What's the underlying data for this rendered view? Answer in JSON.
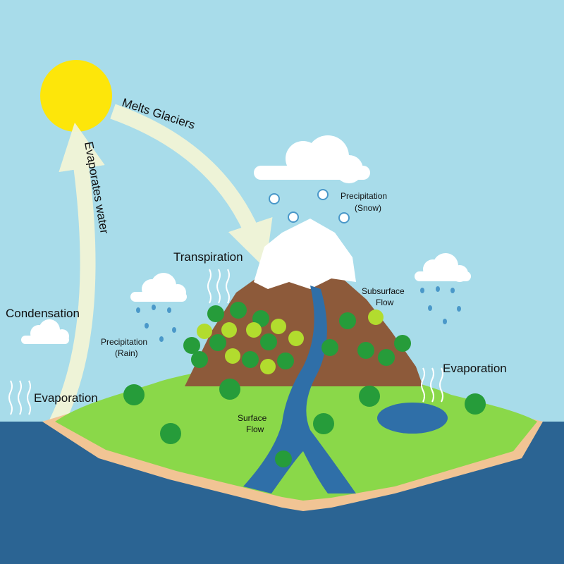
{
  "labels": {
    "melts_glaciers": "Melts Glaciers",
    "evaporates_water": "Evaporates water",
    "condensation": "Condensation",
    "evaporation_left": "Evaporation",
    "transpiration": "Transpiration",
    "precip_snow_1": "Precipitation",
    "precip_snow_2": "(Snow)",
    "precip_rain_1": "Precipitation",
    "precip_rain_2": "(Rain)",
    "subsurface_1": "Subsurface",
    "subsurface_2": "Flow",
    "evaporation_right": "Evaporation",
    "surface_1": "Surface",
    "surface_2": "Flow"
  },
  "colors": {
    "sky": "#a8dcea",
    "sea": "#2b6493",
    "sun": "#fde60a",
    "grass": "#8ad849",
    "sand": "#f1c494",
    "mountain": "#8d5a3a",
    "snow": "#ffffff",
    "river": "#2f6fa8",
    "tree_dark": "#269c3a",
    "tree_light": "#b2dc2e",
    "arrow": "#f2f5d6"
  }
}
